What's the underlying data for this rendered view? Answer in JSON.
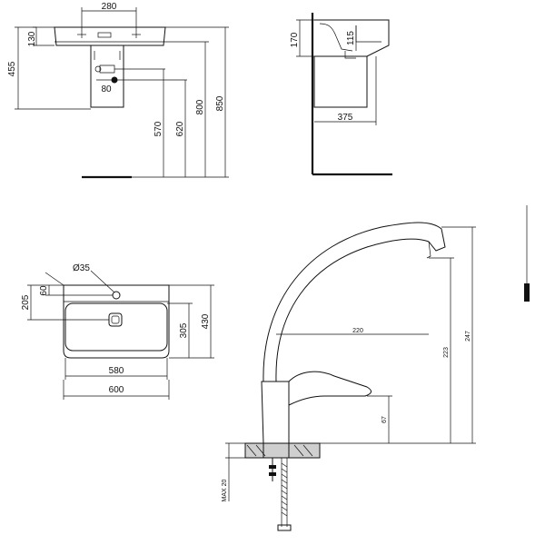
{
  "front_view": {
    "width_top": "280",
    "basin_height": "130",
    "overall_height": "455",
    "waste_offset": "80",
    "trap_height": "570",
    "outlet_height": "620",
    "rim_height": "800",
    "top_height": "850"
  },
  "side_view": {
    "height": "170",
    "inner_height": "115",
    "depth": "375"
  },
  "plan_view": {
    "tap_hole": "Ø35",
    "hole_offset": "60",
    "side_depth": "205",
    "bowl_depth": "305",
    "total_depth": "430",
    "bowl_width": "580",
    "total_width": "600"
  },
  "tap_view": {
    "reach": "220",
    "spout_height": "223",
    "total_height": "247",
    "lever_height": "67",
    "max_deck": "MAX 20"
  }
}
